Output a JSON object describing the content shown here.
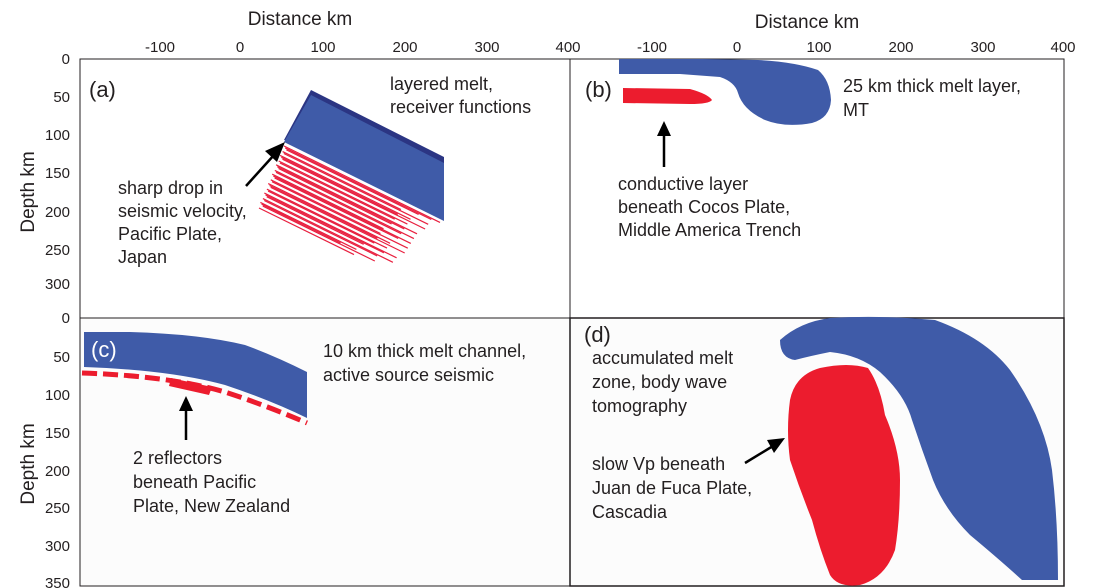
{
  "figure": {
    "x_axis_title": "Distance km",
    "y_axis_title": "Depth km",
    "left_x_ticks": [
      "-100",
      "0",
      "100",
      "200",
      "300",
      "400"
    ],
    "right_x_ticks": [
      "-100",
      "0",
      "100",
      "200",
      "300",
      "400"
    ],
    "top_y_ticks": [
      "0",
      "50",
      "100",
      "150",
      "200",
      "250",
      "300"
    ],
    "bottom_y_ticks": [
      "0",
      "50",
      "100",
      "150",
      "200",
      "250",
      "300",
      "350"
    ]
  },
  "panels": {
    "a": {
      "letter": "(a)",
      "title_lines": [
        "layered melt,",
        "receiver functions"
      ],
      "note_lines": [
        "sharp drop in",
        "seismic velocity,",
        "Pacific Plate,",
        "Japan"
      ]
    },
    "b": {
      "letter": "(b)",
      "title_lines": [
        "25 km thick melt layer,",
        "MT"
      ],
      "note_lines": [
        "conductive layer",
        "beneath Cocos Plate,",
        "Middle America Trench"
      ]
    },
    "c": {
      "letter": "(c)",
      "title_lines": [
        "10 km thick melt channel,",
        "active source seismic"
      ],
      "note_lines": [
        "2 reflectors",
        "beneath Pacific",
        "Plate, New Zealand"
      ]
    },
    "d": {
      "letter": "(d)",
      "title_lines": [
        "accumulated melt",
        "zone, body wave",
        "tomography"
      ],
      "note_lines": [
        "slow Vp beneath",
        "Juan de Fuca Plate,",
        "Cascadia"
      ]
    }
  },
  "colors": {
    "plate_blue": "#3f5ba8",
    "plate_top_dark": "#2b3583",
    "melt_red": "#ec1c2e",
    "layer_line_red": "#e8203f",
    "frame": "#231f20",
    "panel_bg": "#fcfcfc"
  }
}
